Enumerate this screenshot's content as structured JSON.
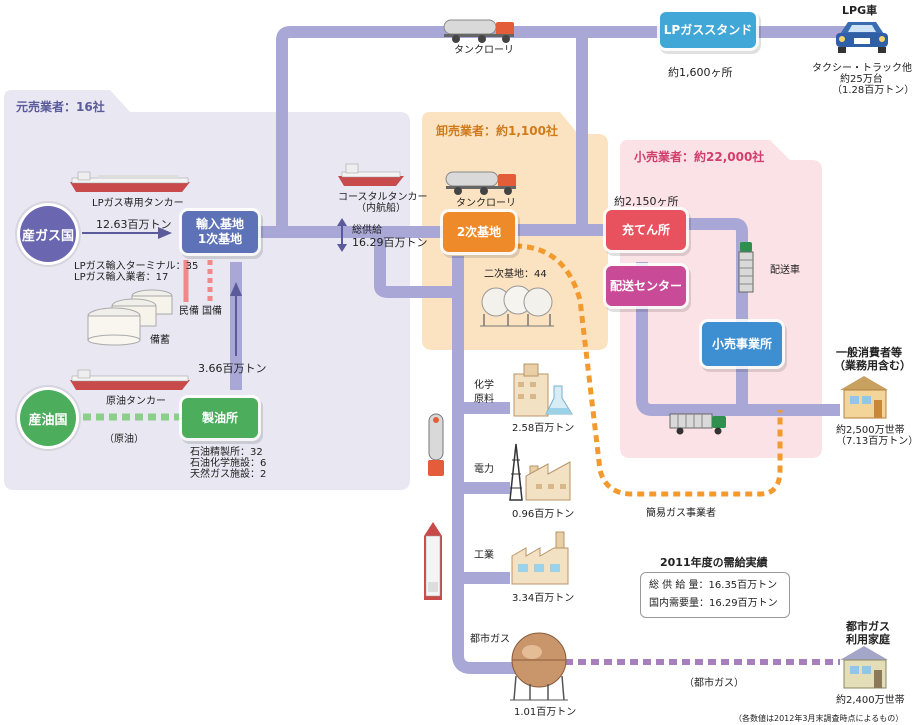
{
  "colors": {
    "pipe": "#a9a7d6",
    "wholesale_panel": "#fbe3c2",
    "retail_panel": "#fbe2e6",
    "origin_panel": "#e8e7f2",
    "accent_orange": "#f39a2f",
    "gas_purple": "#a77fbd"
  },
  "origin_sellers": {
    "title": "元売業者：16社",
    "gas_country": "産ガス国",
    "oil_country": "産油国",
    "import_base_line1": "輸入基地",
    "import_base_line2": "1次基地",
    "refinery": "製油所",
    "import_volume": "12.63百万トン",
    "refinery_volume": "3.66百万トン",
    "lpg_tanker": "LPガス専用タンカー",
    "crude_tanker": "原油タンカー",
    "crude_label": "（原油）",
    "terminal_count": "LPガス輸入ターミナル：35",
    "importer_count": "LPガス輸入業者：17",
    "private_stock": "民備",
    "national_stock": "国備",
    "stockpile": "備蓄",
    "refinery_facilities": [
      "石油精製所：32",
      "石油化学施設：6",
      "天然ガス施設：2"
    ]
  },
  "transport": {
    "tank_lorry_top": "タンクローリ",
    "coastal_tanker": "コースタルタンカー",
    "coastal_tanker_sub": "（内航船）",
    "total_supply_label": "総供給",
    "total_supply_value": "16.29百万トン",
    "tank_lorry_mid": "タンクローリ"
  },
  "lpg_stand": {
    "label": "LPガススタンド",
    "count": "約1,600ヶ所"
  },
  "lpg_car": {
    "title": "LPG車",
    "detail1": "タクシー・トラック他",
    "detail2": "約25万台",
    "detail3": "（1.28百万トン）"
  },
  "wholesale": {
    "title": "卸売業者：約1,100社",
    "secondary_base": "2次基地",
    "secondary_count": "二次基地：44"
  },
  "retail": {
    "title": "小売業者：約22,000社",
    "filling_count": "約2,150ヶ所",
    "filling_station": "充てん所",
    "distribution_center": "配送センター",
    "retail_office": "小売事業所",
    "delivery_truck": "配送車"
  },
  "consumers": {
    "title1": "一般消費者等",
    "title2": "（業務用含む）",
    "households": "約2,500万世帯",
    "volume": "（7.13百万トン）"
  },
  "simple_gas": "簡易ガス事業者",
  "industries": [
    {
      "name_line1": "化学",
      "name_line2": "原料",
      "volume": "2.58百万トン"
    },
    {
      "name_line1": "電力",
      "name_line2": "",
      "volume": "0.96百万トン"
    },
    {
      "name_line1": "工業",
      "name_line2": "",
      "volume": "3.34百万トン"
    }
  ],
  "city_gas": {
    "label": "都市ガス",
    "volume": "1.01百万トン",
    "pipe_label": "（都市ガス）",
    "home_title1": "都市ガス",
    "home_title2": "利用家庭",
    "households": "約2,400万世帯"
  },
  "summary": {
    "title": "2011年度の需給実績",
    "total_supply": "総 供 給 量：16.35百万トン",
    "domestic_demand": "国内需要量：16.29百万トン"
  },
  "footnote": "（各数値は2012年3月末調査時点によるもの）"
}
